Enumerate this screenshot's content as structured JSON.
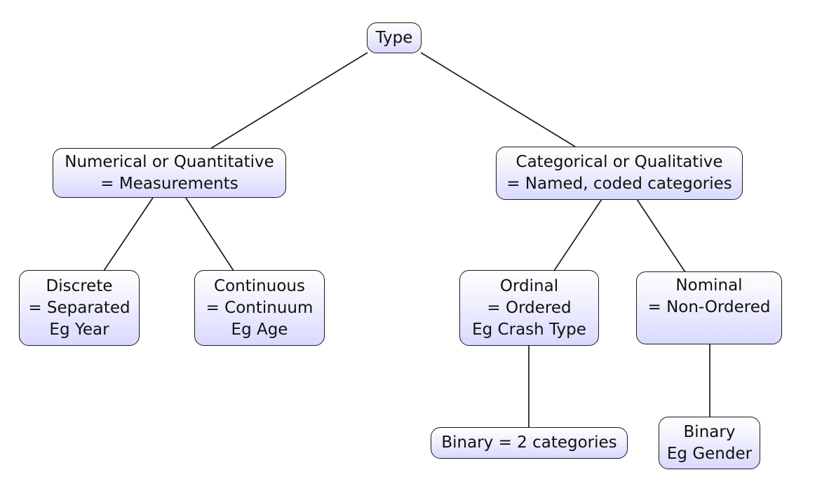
{
  "nodes": {
    "type": {
      "lines": [
        "Type"
      ]
    },
    "numerical": {
      "lines": [
        "Numerical or Quantitative",
        "= Measurements"
      ]
    },
    "categorical": {
      "lines": [
        "Categorical or Qualitative",
        "= Named, coded categories"
      ]
    },
    "discrete": {
      "lines": [
        "Discrete",
        "= Separated",
        "Eg Year"
      ]
    },
    "continuous": {
      "lines": [
        "Continuous",
        "= Continuum",
        "Eg Age"
      ]
    },
    "ordinal": {
      "lines": [
        "Ordinal",
        "= Ordered",
        "Eg Crash Type"
      ]
    },
    "nominal": {
      "lines": [
        "Nominal",
        "= Non-Ordered"
      ]
    },
    "binary_ordinal": {
      "lines": [
        "Binary = 2 categories"
      ]
    },
    "binary_nominal": {
      "lines": [
        "Binary",
        "Eg Gender"
      ]
    }
  },
  "colors": {
    "node_border": "#1a1a1a",
    "node_fill_top": "#ffffff",
    "node_fill_bottom": "#d9d9ff",
    "edge": "#1a1a1a"
  }
}
